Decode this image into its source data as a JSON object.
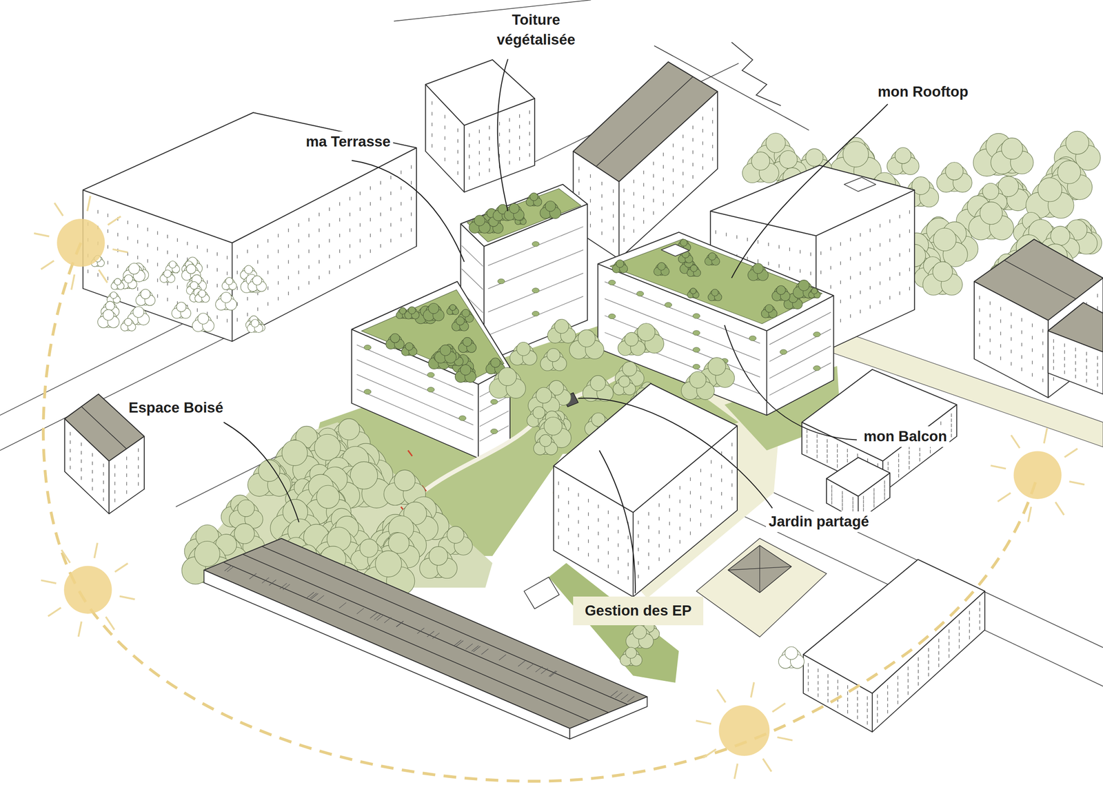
{
  "diagram": {
    "labels": [
      "Toiture végétalisée",
      "mon Rooftop",
      "ma Terrasse",
      "Espace Boisé",
      "mon Balcon",
      "Jardin partagé",
      "Gestion des EP"
    ]
  }
}
